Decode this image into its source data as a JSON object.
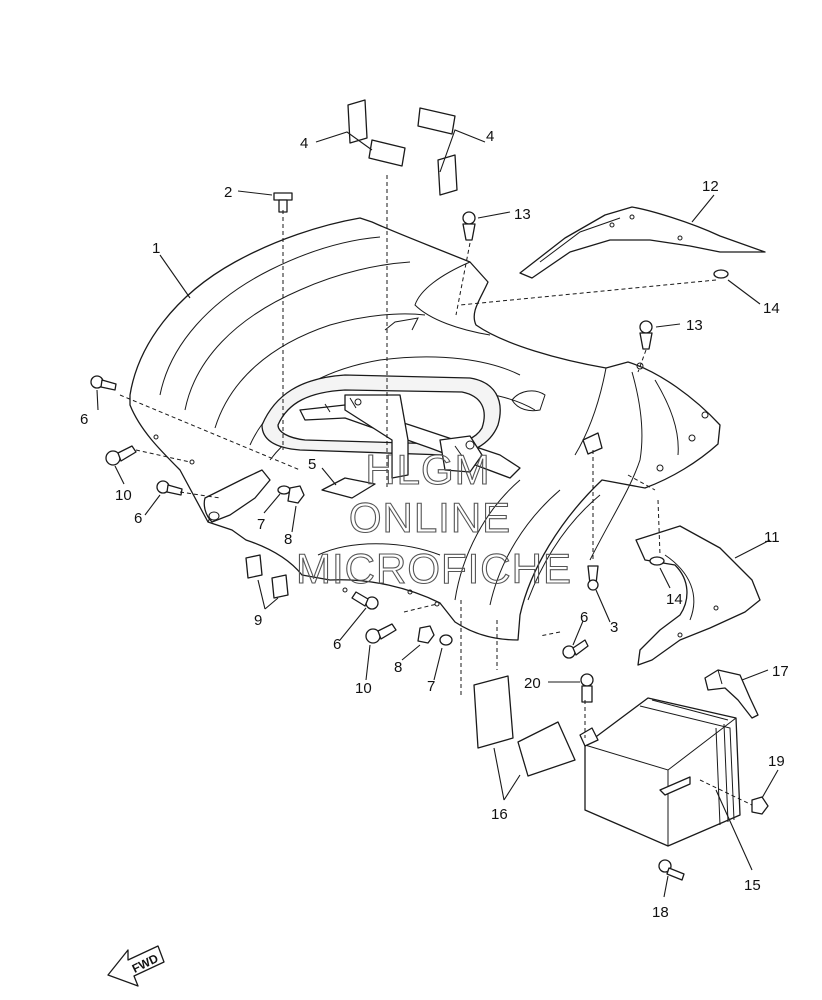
{
  "callouts": {
    "c1": "1",
    "c2": "2",
    "c3": "3",
    "c4a": "4",
    "c4b": "4",
    "c5": "5",
    "c6a": "6",
    "c6b": "6",
    "c6c": "6",
    "c6d": "6",
    "c7a": "7",
    "c7b": "7",
    "c8a": "8",
    "c8b": "8",
    "c9": "9",
    "c10a": "10",
    "c10b": "10",
    "c11": "11",
    "c12": "12",
    "c13a": "13",
    "c13b": "13",
    "c14a": "14",
    "c14b": "14",
    "c15": "15",
    "c16": "16",
    "c17": "17",
    "c18": "18",
    "c19": "19",
    "c20": "20"
  },
  "watermark": {
    "line1": "HLGM",
    "line2": "ONLINE",
    "line3": "MICROFICHE"
  },
  "direction_marker": {
    "text": "FWD"
  }
}
